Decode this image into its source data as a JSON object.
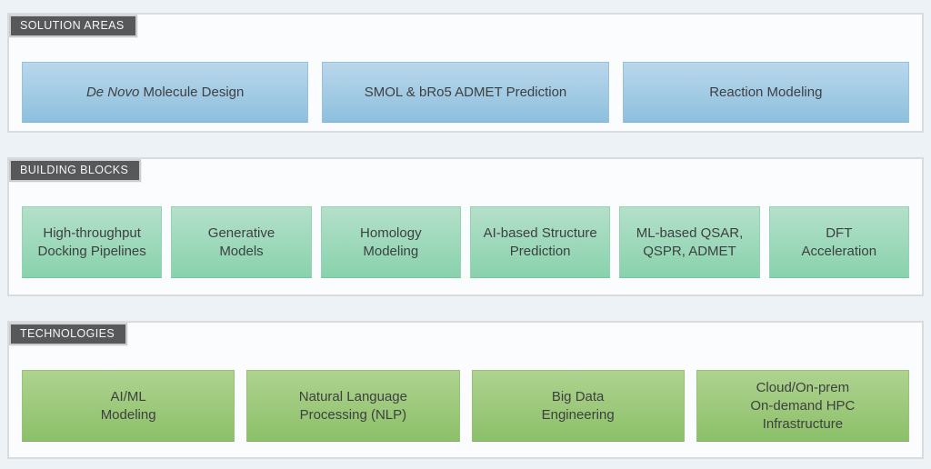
{
  "colors": {
    "page_background": "#edf2f7",
    "panel_background": "#fafcfd",
    "panel_border": "#d9dbdd",
    "tab_background": "#57585a",
    "tab_text": "#f6f6f6",
    "solution_box_top": "#bad7eb",
    "solution_box_bottom": "#8dc0de",
    "building_box_top": "#b4e0ca",
    "building_box_bottom": "#88d2ac",
    "technology_box_top": "#aed38f",
    "technology_box_bottom": "#8cc069",
    "box_text": "#3e3f41"
  },
  "sections": [
    {
      "label": "SOLUTION AREAS",
      "items": [
        {
          "italic": "De Novo",
          "rest": " Molecule Design"
        },
        {
          "lines": [
            "SMOL & bRo5 ADMET Prediction"
          ]
        },
        {
          "lines": [
            "Reaction Modeling"
          ]
        }
      ]
    },
    {
      "label": "BUILDING BLOCKS",
      "items": [
        {
          "lines": [
            "High-throughput",
            "Docking Pipelines"
          ]
        },
        {
          "lines": [
            "Generative",
            "Models"
          ]
        },
        {
          "lines": [
            "Homology",
            "Modeling"
          ]
        },
        {
          "lines": [
            "AI-based Structure",
            "Prediction"
          ]
        },
        {
          "lines": [
            "ML-based QSAR,",
            "QSPR, ADMET"
          ]
        },
        {
          "lines": [
            "DFT",
            "Acceleration"
          ]
        }
      ]
    },
    {
      "label": "TECHNOLOGIES",
      "items": [
        {
          "lines": [
            "AI/ML",
            "Modeling"
          ]
        },
        {
          "lines": [
            "Natural Language",
            "Processing (NLP)"
          ]
        },
        {
          "lines": [
            "Big Data",
            "Engineering"
          ]
        },
        {
          "lines": [
            "Cloud/On-prem",
            "On-demand HPC",
            "Infrastructure"
          ]
        }
      ]
    }
  ]
}
